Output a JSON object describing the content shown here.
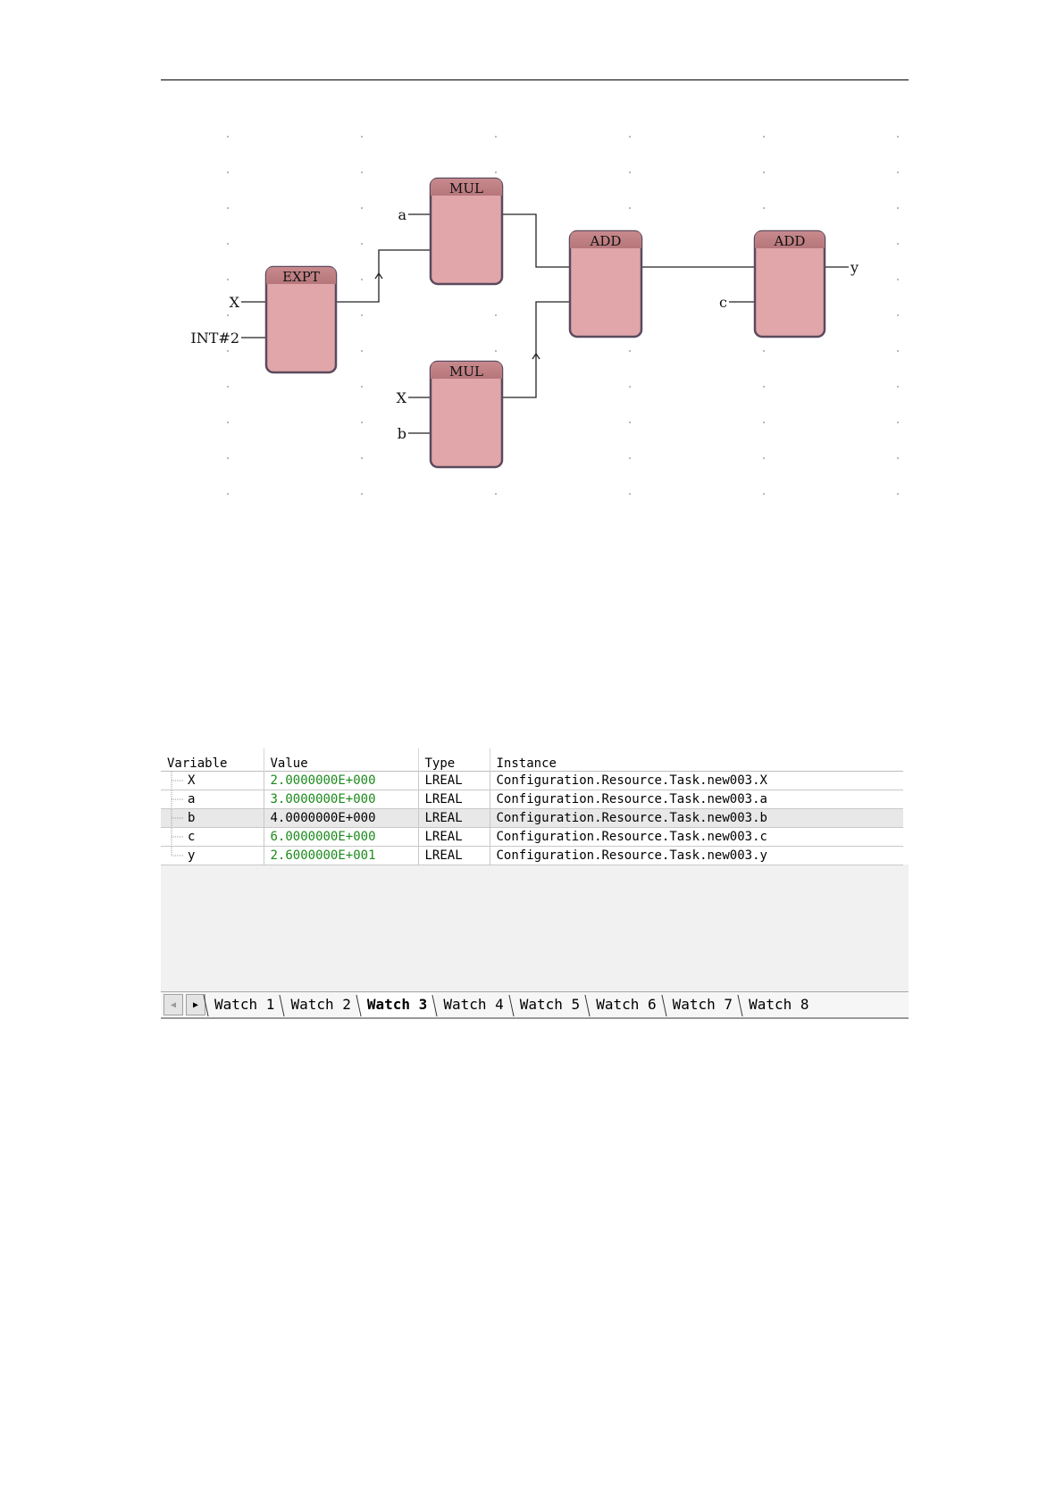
{
  "diagram": {
    "blocks": {
      "expt": "EXPT",
      "mul_top": "MUL",
      "mul_bottom": "MUL",
      "add_middle": "ADD",
      "add_right": "ADD"
    },
    "pins": {
      "expt_in1": "X",
      "expt_in2": "INT#2",
      "mul_top_in1": "a",
      "mul_bottom_in1": "X",
      "mul_bottom_in2": "b",
      "add_right_in2": "c",
      "add_right_out": "y"
    }
  },
  "watch": {
    "columns": [
      "Variable",
      "Value",
      "Type",
      "Instance"
    ],
    "rows": [
      {
        "variable": "X",
        "value": "2.0000000E+000",
        "type": "LREAL",
        "instance": "Configuration.Resource.Task.new003.X",
        "value_color": "#1b8a1b"
      },
      {
        "variable": "a",
        "value": "3.0000000E+000",
        "type": "LREAL",
        "instance": "Configuration.Resource.Task.new003.a",
        "value_color": "#1b8a1b"
      },
      {
        "variable": "b",
        "value": "4.0000000E+000",
        "type": "LREAL",
        "instance": "Configuration.Resource.Task.new003.b",
        "value_color": "#000000",
        "selected": true
      },
      {
        "variable": "c",
        "value": "6.0000000E+000",
        "type": "LREAL",
        "instance": "Configuration.Resource.Task.new003.c",
        "value_color": "#1b8a1b"
      },
      {
        "variable": "y",
        "value": "2.6000000E+001",
        "type": "LREAL",
        "instance": "Configuration.Resource.Task.new003.y",
        "value_color": "#1b8a1b"
      }
    ],
    "tabs": [
      "Watch 1",
      "Watch 2",
      "Watch 3",
      "Watch 4",
      "Watch 5",
      "Watch 6",
      "Watch 7",
      "Watch 8"
    ],
    "active_tab": "Watch 3",
    "nav_icons": [
      "scroll-left-icon",
      "scroll-right-icon"
    ]
  }
}
